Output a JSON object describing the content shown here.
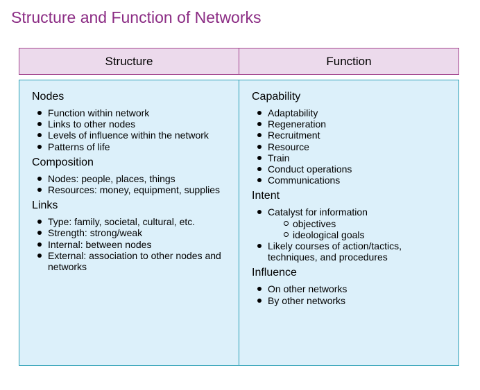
{
  "title": "Structure and Function of Networks",
  "headers": {
    "left": "Structure",
    "right": "Function"
  },
  "structure": [
    {
      "heading": "Nodes",
      "items": [
        {
          "text": "Function within network"
        },
        {
          "text": "Links to other nodes"
        },
        {
          "text": "Levels of influence within the network"
        },
        {
          "text": "Patterns of life"
        }
      ]
    },
    {
      "heading": "Composition",
      "items": [
        {
          "text": "Nodes: people, places, things"
        },
        {
          "text": "Resources: money, equipment, supplies"
        }
      ]
    },
    {
      "heading": "Links",
      "items": [
        {
          "text": "Type: family, societal, cultural, etc."
        },
        {
          "text": "Strength: strong/weak"
        },
        {
          "text": "Internal: between nodes"
        },
        {
          "text": "External: association to other nodes and networks"
        }
      ]
    }
  ],
  "function": [
    {
      "heading": "Capability",
      "items": [
        {
          "text": "Adaptability"
        },
        {
          "text": "Regeneration"
        },
        {
          "text": "Recruitment"
        },
        {
          "text": "Resource"
        },
        {
          "text": "Train"
        },
        {
          "text": "Conduct operations"
        },
        {
          "text": "Communications"
        }
      ]
    },
    {
      "heading": "Intent",
      "items": [
        {
          "text": "Catalyst for information",
          "subitems": [
            "objectives",
            "ideological goals"
          ]
        },
        {
          "text": "Likely courses of action/tactics, techniques, and procedures"
        }
      ]
    },
    {
      "heading": "Influence",
      "items": [
        {
          "text": "On other networks"
        },
        {
          "text": "By other networks"
        }
      ]
    }
  ]
}
